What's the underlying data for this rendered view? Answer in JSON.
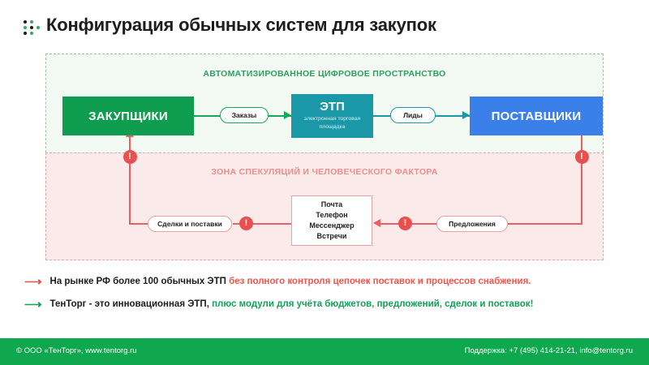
{
  "header": {
    "title": "Конфигурация обычных систем для закупок",
    "logo_icon": "dot-grid-logo-icon",
    "logo_colors": [
      "#1c1c1c",
      "#3aa860"
    ]
  },
  "diagram": {
    "zones": {
      "digital": {
        "title": "АВТОМАТИЗИРОВАННОЕ ЦИФРОВОЕ ПРОСТРАНСТВО",
        "background": "#f2faf3",
        "border_color": "#9fc3ad",
        "title_color": "#2f9e5e"
      },
      "speculation": {
        "title": "ЗОНА СПЕКУЛЯЦИЙ И ЧЕЛОВЕЧЕСКОГО ФАКТОРА",
        "background": "#fbeaea",
        "border_color": "#e8a7a7",
        "title_color": "#eb8e8e"
      }
    },
    "nodes": {
      "buyers": {
        "label": "ЗАКУПЩИКИ",
        "color": "#0f9d4f"
      },
      "etp": {
        "label": "ЭТП",
        "subtitle": "электронная торговая площадка",
        "color": "#1a98a8"
      },
      "suppliers": {
        "label": "ПОСТАВЩИКИ",
        "color": "#3b7fe8"
      },
      "channels": {
        "lines": [
          "Почта",
          "Телефон",
          "Мессенджер",
          "Встречи"
        ],
        "border_color": "#e2a5a5"
      }
    },
    "pills": {
      "orders": {
        "label": "Заказы",
        "border_color": "#16a85a"
      },
      "leads": {
        "label": "Лиды",
        "border_color": "#1a98a8"
      },
      "deals": {
        "label": "Сделки и поставки",
        "border_color": "#e8a0a0"
      },
      "offers": {
        "label": "Предложения",
        "border_color": "#e8a0a0"
      }
    },
    "badges": {
      "glyph": "!",
      "color": "#e8504f",
      "icon": "warning-exclamation-icon",
      "count": 4
    },
    "flow_color_forward_green": "#16a85a",
    "flow_color_forward_teal": "#1a98a8",
    "flow_color_return_red": "#e8605f"
  },
  "bullets": [
    {
      "arrow_icon": "arrow-right-icon",
      "arrow_color": "#e8504f",
      "part_dark": "На рынке РФ более 100 обычных ЭТП ",
      "part_accent": "без полного контроля цепочек поставок и процессов снабжения.",
      "accent_color": "#f0564f"
    },
    {
      "arrow_icon": "arrow-right-icon",
      "arrow_color": "#12a05a",
      "part_dark": "ТенТорг - это инновационная ЭТП, ",
      "part_accent": "плюс модули для учёта бюджетов, предложений, сделок и поставок!",
      "accent_color": "#12a05a"
    }
  ],
  "footer": {
    "background": "#10a84e",
    "left": "© ООО «ТенТорг», www.tentorg.ru",
    "right": "Поддержка: +7 (495) 414-21-21, info@tentorg.ru"
  }
}
